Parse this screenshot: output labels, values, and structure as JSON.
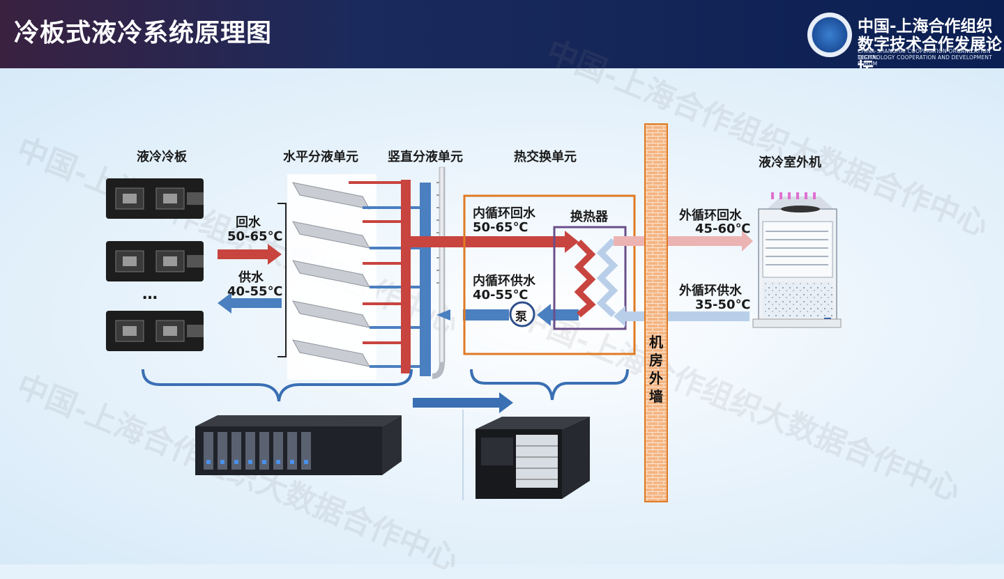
{
  "header": {
    "title": "冷板式液冷系统原理图",
    "logo_line1": "中国-上海合作组织",
    "logo_line2": "数字技术合作发展论坛",
    "logo_en1": "CHINA-SHANGHAI COOPERATION ORGANIZATION DIGITAL",
    "logo_en2": "TECHNOLOGY COOPERATION AND DEVELOPMENT FORUM"
  },
  "sections": {
    "cold_plate": "液冷冷板",
    "horizontal_unit": "水平分液单元",
    "vertical_unit": "竖直分液单元",
    "heat_exchange_unit": "热交换单元",
    "outdoor_unit": "液冷室外机"
  },
  "flows": {
    "return_water": "回水",
    "return_temp": "50-65℃",
    "supply_water": "供水",
    "supply_temp": "40-55℃",
    "inner_return": "内循环回水",
    "inner_return_temp": "50-65℃",
    "inner_supply": "内循环供水",
    "inner_supply_temp": "40-55℃",
    "outer_return": "外循环回水",
    "outer_return_temp": "45-60℃",
    "outer_supply": "外循环供水",
    "outer_supply_temp": "35-50℃"
  },
  "components": {
    "heat_exchanger": "换热器",
    "pump": "泵",
    "ellipsis": "…",
    "wall": "机房外墙"
  },
  "watermark": "中国-上海合作组织大数据合作中心",
  "colors": {
    "hot": "#c8443f",
    "cold": "#4a7fc0",
    "hot_light": "#ecb3b3",
    "cold_light": "#b9cfe9",
    "frame": "#e07a22",
    "hx_frame": "#6a4e8a",
    "wall": "#f2b07a"
  }
}
